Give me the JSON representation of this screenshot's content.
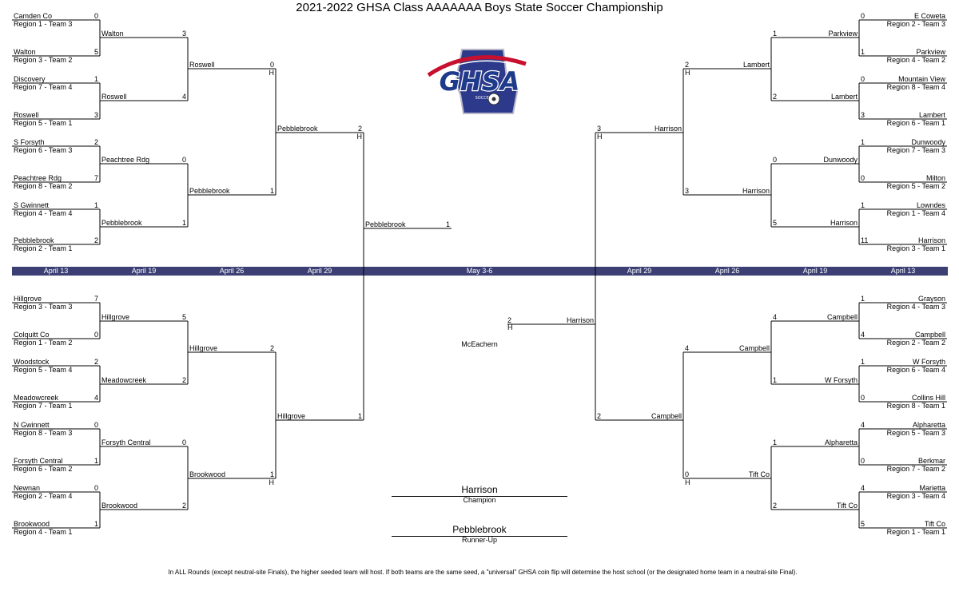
{
  "title": "2021-2022 GHSA Class AAAAAAA Boys State Soccer Championship",
  "logo": {
    "text": "GHSA",
    "subtext": "SOCCER"
  },
  "dates": [
    "April 13",
    "April 19",
    "April 26",
    "April 29",
    "May 3-6",
    "April 29",
    "April 26",
    "April 19",
    "April 13"
  ],
  "left_r1": [
    {
      "team": "Camden Co",
      "score": "0",
      "seed": "Region 1 - Team 3"
    },
    {
      "team": "Walton",
      "score": "5",
      "seed": "Region 3 - Team 2"
    },
    {
      "team": "Discovery",
      "score": "1",
      "seed": "Region 7 - Team 4"
    },
    {
      "team": "Roswell",
      "score": "3",
      "seed": "Region 5 - Team 1"
    },
    {
      "team": "S Forsyth",
      "score": "2",
      "seed": "Region 6 - Team 3"
    },
    {
      "team": "Peachtree Rdg",
      "score": "7",
      "seed": "Region 8 - Team 2"
    },
    {
      "team": "S Gwinnett",
      "score": "1",
      "seed": "Region 4 - Team 4"
    },
    {
      "team": "Pebblebrook",
      "score": "2",
      "seed": "Region 2 - Team 1"
    },
    {
      "team": "Hillgrove",
      "score": "7",
      "seed": "Region 3 - Team 3"
    },
    {
      "team": "Colquitt Co",
      "score": "0",
      "seed": "Region 1 - Team 2"
    },
    {
      "team": "Woodstock",
      "score": "2",
      "seed": "Region 5 - Team 4"
    },
    {
      "team": "Meadowcreek",
      "score": "4",
      "seed": "Region 7 - Team 1"
    },
    {
      "team": "N Gwinnett",
      "score": "0",
      "seed": "Region 8 - Team 3"
    },
    {
      "team": "Forsyth Central",
      "score": "1",
      "seed": "Region 6 - Team 2"
    },
    {
      "team": "Newnan",
      "score": "0",
      "seed": "Region 2 - Team 4"
    },
    {
      "team": "Brookwood",
      "score": "1",
      "seed": "Region 4 - Team 1"
    }
  ],
  "left_r2": [
    {
      "team": "Walton",
      "score": "3"
    },
    {
      "team": "Roswell",
      "score": "4"
    },
    {
      "team": "Peachtree Rdg",
      "score": "0"
    },
    {
      "team": "Pebblebrook",
      "score": "1"
    },
    {
      "team": "Hillgrove",
      "score": "5"
    },
    {
      "team": "Meadowcreek",
      "score": "2"
    },
    {
      "team": "Forsyth Central",
      "score": "0"
    },
    {
      "team": "Brookwood",
      "score": "2"
    }
  ],
  "left_r3": [
    {
      "team": "Roswell",
      "score": "0",
      "host": "H"
    },
    {
      "team": "Pebblebrook",
      "score": "1",
      "host": ""
    },
    {
      "team": "Hillgrove",
      "score": "2",
      "host": ""
    },
    {
      "team": "Brookwood",
      "score": "1",
      "host": "H"
    }
  ],
  "left_r4": [
    {
      "team": "Pebblebrook",
      "score": "2",
      "host": "H"
    },
    {
      "team": "Hillgrove",
      "score": "1",
      "host": ""
    }
  ],
  "left_final": {
    "team": "Pebblebrook",
    "score": "1"
  },
  "right_r1": [
    {
      "team": "E Coweta",
      "score": "0",
      "seed": "Region 2 - Team 3"
    },
    {
      "team": "Parkview",
      "score": "1",
      "seed": "Region 4 - Team 2"
    },
    {
      "team": "Mountain View",
      "score": "0",
      "seed": "Region  8 - Team 4"
    },
    {
      "team": "Lambert",
      "score": "3",
      "seed": "Region 6 - Team 1"
    },
    {
      "team": "Dunwoody",
      "score": "1",
      "seed": "Region 7 - Team 3"
    },
    {
      "team": "Milton",
      "score": "0",
      "seed": "Region 5 - Team 2"
    },
    {
      "team": "Lowndes",
      "score": "1",
      "seed": "Region 1 - Team 4"
    },
    {
      "team": "Harrison",
      "score": "11",
      "seed": "Region 3 - Team 1"
    },
    {
      "team": "Grayson",
      "score": "1",
      "seed": "Region 4 - Team 3"
    },
    {
      "team": "Campbell",
      "score": "4",
      "seed": "Region 2 - Team 2"
    },
    {
      "team": "W Forsyth",
      "score": "1",
      "seed": "Region 6 - Team 4"
    },
    {
      "team": "Collins Hill",
      "score": "0",
      "seed": "Region 8 - Team 1"
    },
    {
      "team": "Alpharetta",
      "score": "4",
      "seed": "Region 5 - Team 3"
    },
    {
      "team": "Berkmar",
      "score": "0",
      "seed": "Region 7 - Team 2"
    },
    {
      "team": "Marietta",
      "score": "4",
      "seed": "Region 3 - Team 4"
    },
    {
      "team": "Tift Co",
      "score": "5",
      "seed": "Region 1 - Team 1"
    }
  ],
  "right_r2": [
    {
      "team": "Parkview",
      "score": "1"
    },
    {
      "team": "Lambert",
      "score": "2"
    },
    {
      "team": "Dunwoody",
      "score": "0"
    },
    {
      "team": "Harrison",
      "score": "5"
    },
    {
      "team": "Campbell",
      "score": "4"
    },
    {
      "team": "W Forsyth",
      "score": "1"
    },
    {
      "team": "Alpharetta",
      "score": "1"
    },
    {
      "team": "Tift Co",
      "score": "2"
    }
  ],
  "right_r3": [
    {
      "team": "Lambert",
      "score": "2",
      "host": "H"
    },
    {
      "team": "Harrison",
      "score": "3",
      "host": ""
    },
    {
      "team": "Campbell",
      "score": "4",
      "host": ""
    },
    {
      "team": "Tift Co",
      "score": "0",
      "host": "H"
    }
  ],
  "right_r4": [
    {
      "team": "Harrison",
      "score": "3",
      "host": "H"
    },
    {
      "team": "Campbell",
      "score": "2",
      "host": ""
    }
  ],
  "right_final": {
    "team": "Harrison",
    "score": "2",
    "host": "H"
  },
  "venue": "McEachern",
  "champion": {
    "team": "Harrison",
    "label": "Champion"
  },
  "runner_up": {
    "team": "Pebblebrook",
    "label": "Runner-Up"
  },
  "footnote": "In ALL Rounds (except neutral-site Finals), the higher seeded team will host. If both teams are the same seed, a \"universal\" GHSA coin flip will determine the host school (or the designated home team in a neutral-site Final)."
}
